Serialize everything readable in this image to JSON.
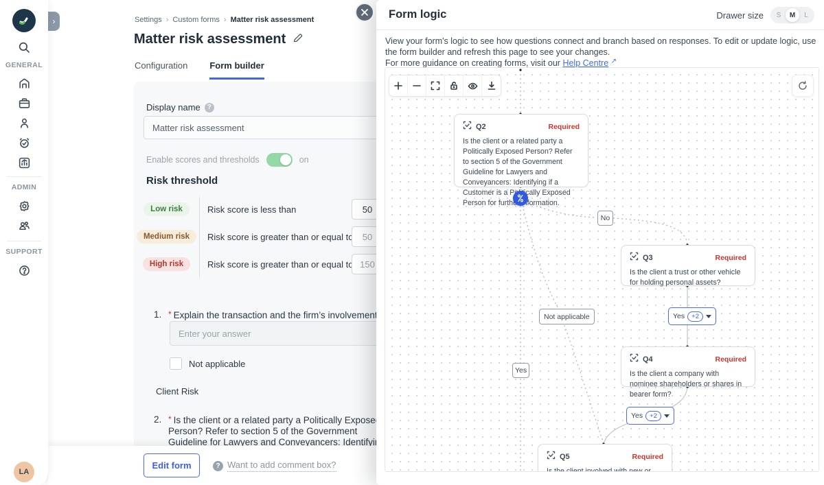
{
  "glyphs": {
    "separator": "›",
    "question": "?",
    "external": "↗",
    "expand": "›"
  },
  "sidebar": {
    "general_label": "GENERAL",
    "admin_label": "ADMIN",
    "support_label": "SUPPORT",
    "avatar_initials": "LA",
    "icons": [
      "home",
      "matters",
      "contacts",
      "tasks",
      "reports",
      "settings",
      "team",
      "help"
    ]
  },
  "breadcrumb": {
    "items": [
      "Settings",
      "Custom forms",
      "Matter risk assessment"
    ]
  },
  "page": {
    "title": "Matter risk assessment",
    "tabs": [
      {
        "label": "Configuration"
      },
      {
        "label": "Form builder"
      }
    ]
  },
  "form": {
    "display_name_label": "Display name",
    "display_name_value": "Matter risk assessment",
    "toggle_label": "Enable scores and thresholds",
    "toggle_state": "on",
    "risk_threshold_title": "Risk threshold",
    "risk_rows": [
      {
        "badge": "Low risk",
        "rule": "Risk score is less than",
        "value": "50"
      },
      {
        "badge": "Medium risk",
        "rule": "Risk score is greater than or equal to",
        "value": "50"
      },
      {
        "badge": "High risk",
        "rule": "Risk score is greater than or equal to",
        "value": "150"
      }
    ]
  },
  "questions": {
    "required_mark": "*",
    "q1_number": "1.",
    "q1_text": "Explain the transaction and the firm’s involvement",
    "q1_placeholder": "Enter your answer",
    "q1_checkbox_label": "Not applicable",
    "section_label": "Client Risk",
    "q2_number": "2.",
    "q2_text": "Is the client or a related party a Politically Exposed Person? Refer to section 5 of the Government Guideline for Lawyers and Conveyancers: Identifying if a Customer is a Politically Exposed Person for further information."
  },
  "footer": {
    "edit_button": "Edit form",
    "comment_link": "Want to add comment box?"
  },
  "drawer": {
    "title": "Form logic",
    "size_label": "Drawer size",
    "sizes": [
      "S",
      "M",
      "L"
    ],
    "active_size": "M",
    "description": "View your form's logic to see how questions connect and branch based on responses. To edit or update logic, use the form builder and refresh this page to see your changes.",
    "guidance_prefix": "For more guidance on creating forms, visit our ",
    "help_link": "Help Centre",
    "toolbar_icons": [
      "zoom-in",
      "zoom-out",
      "fit-view",
      "lock",
      "toggle-interactivity",
      "download",
      "refresh"
    ],
    "flow": {
      "nodes": [
        {
          "id": "Q2",
          "required": "Required",
          "text": "Is the client or a related party a Politically Exposed Person? Refer to section 5 of the Government Guideline for Lawyers and Conveyancers: Identifying if a Customer is a Politically Exposed Person for further information."
        },
        {
          "id": "Q3",
          "required": "Required",
          "text": "Is the client a trust or other vehicle for holding personal assets?"
        },
        {
          "id": "Q4",
          "required": "Required",
          "text": "Is the client a company with nominee shareholders or shares in bearer form?"
        },
        {
          "id": "Q5",
          "required": "Required",
          "text": "Is the client involved with new or developing"
        }
      ],
      "edge_labels": {
        "no": "No",
        "not_applicable": "Not applicable",
        "yes": "Yes",
        "yes_plus_1": "Yes",
        "yes_plus_2": "Yes",
        "plus_badge": "+2"
      }
    }
  },
  "colors": {
    "accent_blue": "#3d6ae1",
    "required_red": "#d2322d",
    "low_risk_green": "#3c7d3e",
    "medium_risk_orange": "#8a5a2c",
    "high_risk_red": "#b3372f",
    "toggle_green": "#93d8a5",
    "branch_node_blue": "#2f5ae0"
  }
}
